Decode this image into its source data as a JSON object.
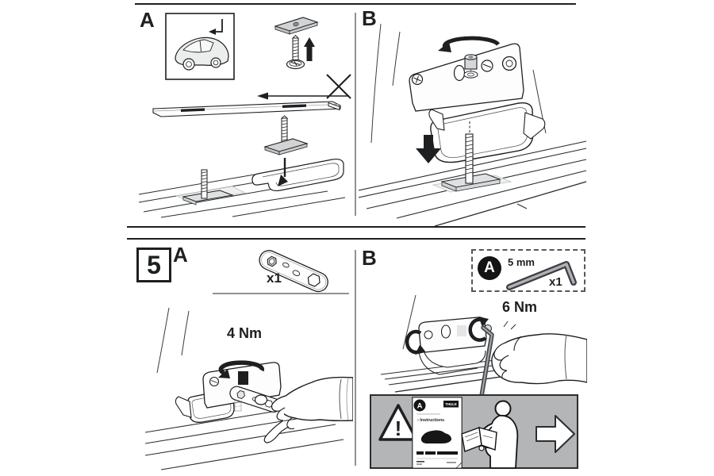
{
  "colors": {
    "ink": "#1d1f21",
    "divider_gray": "#8f9194",
    "plate_gray": "#d2d3d5",
    "pad_gray": "#edeef0",
    "notice_gray": "#b3b5b7",
    "badge_black": "#141414"
  },
  "top_section": {
    "panel_a": {
      "label": "A"
    },
    "panel_b": {
      "label": "B"
    }
  },
  "step_section": {
    "step_number": "5",
    "panel_a": {
      "label": "A",
      "plate_quantity": "x1",
      "torque": "4 Nm"
    },
    "panel_b": {
      "label": "B",
      "tool_box": {
        "badge": "A",
        "size": "5 mm",
        "quantity": "x1"
      },
      "torque": "6 Nm",
      "notice": {
        "warning_mark": "!",
        "leaflet": {
          "badge": "A",
          "brand": "THULE",
          "title_prefix": "›",
          "title": "Instructions"
        }
      }
    }
  }
}
